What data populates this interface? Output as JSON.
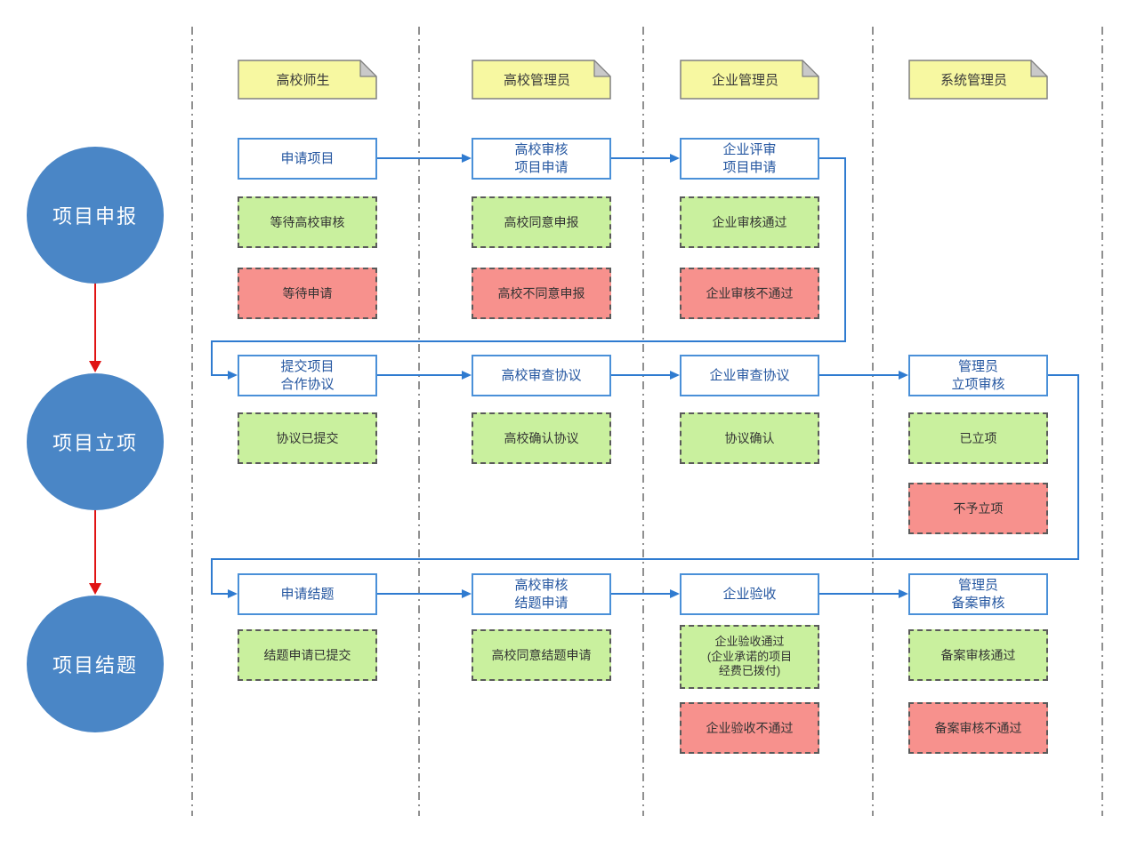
{
  "colors": {
    "process_border": "#4a90d8",
    "process_text": "#2456a0",
    "connector": "#2f7bd0",
    "phase_circle": "#4a86c6",
    "phase_arrow": "#e01212",
    "status_ok_bg": "#c9f09e",
    "status_fail_bg": "#f7918d",
    "status_border": "#5a5a5a",
    "note_bg": "#f7f8a1",
    "note_fold": "#c9c9c9",
    "note_border": "#808080",
    "lane_divider": "#909090"
  },
  "lanes": [
    {
      "header": "高校师生"
    },
    {
      "header": "高校管理员"
    },
    {
      "header": "企业管理员"
    },
    {
      "header": "系统管理员"
    }
  ],
  "phases": [
    {
      "label": "项目申报"
    },
    {
      "label": "项目立项"
    },
    {
      "label": "项目结题"
    }
  ],
  "flow": {
    "apply": {
      "steps": {
        "c1": "申请项目",
        "c2": "高校审核\n项目申请",
        "c3": "企业评审\n项目申请"
      },
      "ok": {
        "c1": "等待高校审核",
        "c2": "高校同意申报",
        "c3": "企业审核通过"
      },
      "fail": {
        "c1": "等待申请",
        "c2": "高校不同意申报",
        "c3": "企业审核不通过"
      }
    },
    "approval": {
      "steps": {
        "c1": "提交项目\n合作协议",
        "c2": "高校审查协议",
        "c3": "企业审查协议",
        "c4": "管理员\n立项审核"
      },
      "ok": {
        "c1": "协议已提交",
        "c2": "高校确认协议",
        "c3": "协议确认",
        "c4": "已立项"
      },
      "fail": {
        "c4": "不予立项"
      }
    },
    "conclusion": {
      "steps": {
        "c1": "申请结题",
        "c2": "高校审核\n结题申请",
        "c3": "企业验收",
        "c4": "管理员\n备案审核"
      },
      "ok": {
        "c1": "结题申请已提交",
        "c2": "高校同意结题申请",
        "c3": "企业验收通过\n(企业承诺的项目\n经费已拨付)",
        "c4": "备案审核通过"
      },
      "fail": {
        "c3": "企业验收不通过",
        "c4": "备案审核不通过"
      }
    }
  }
}
